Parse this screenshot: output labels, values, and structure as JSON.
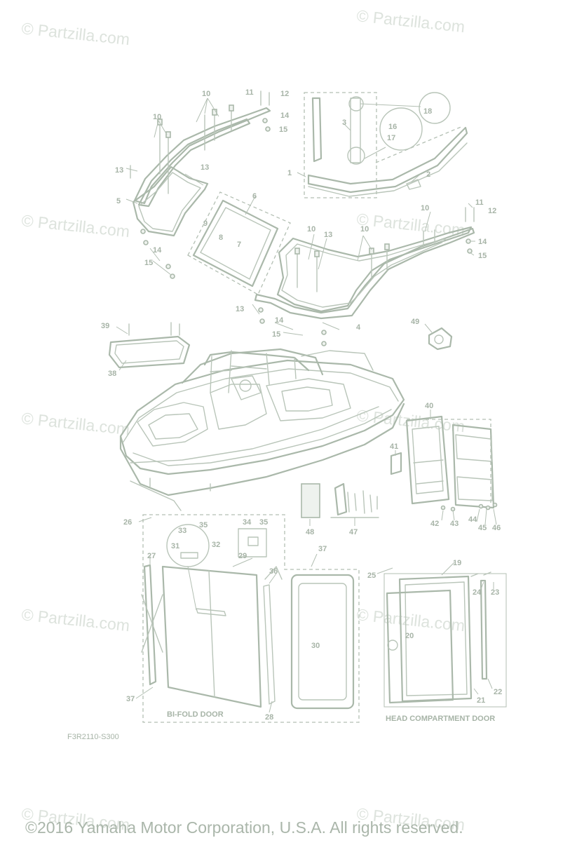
{
  "watermark": "© Partzilla.com",
  "captions": {
    "bifold": "BI-FOLD DOOR",
    "head": "HEAD COMPARTMENT DOOR"
  },
  "diagram_code": "F3R2110-S300",
  "copyright": "©2016  Yamaha Motor Corporation, U.S.A. All rights reserved.",
  "callouts": {
    "c1": "1",
    "c2": "2",
    "c3": "3",
    "c4": "4",
    "c5": "5",
    "c6": "6",
    "c7": "7",
    "c8": "8",
    "c9": "9",
    "c10": "10",
    "c11": "11",
    "c12": "12",
    "c13": "13",
    "c14": "14",
    "c15": "15",
    "c16": "16",
    "c17": "17",
    "c18": "18",
    "c19": "19",
    "c20": "20",
    "c21": "21",
    "c22": "22",
    "c23": "23",
    "c24": "24",
    "c25": "25",
    "c26": "26",
    "c27": "27",
    "c28": "28",
    "c29": "29",
    "c30": "30",
    "c31": "31",
    "c32": "32",
    "c33": "33",
    "c34": "34",
    "c35": "35",
    "c36": "36",
    "c37": "37",
    "c38": "38",
    "c39": "39",
    "c40": "40",
    "c41": "41",
    "c42": "42",
    "c43": "43",
    "c44": "44",
    "c45": "45",
    "c46": "46",
    "c47": "47",
    "c48": "48",
    "c49": "49"
  }
}
